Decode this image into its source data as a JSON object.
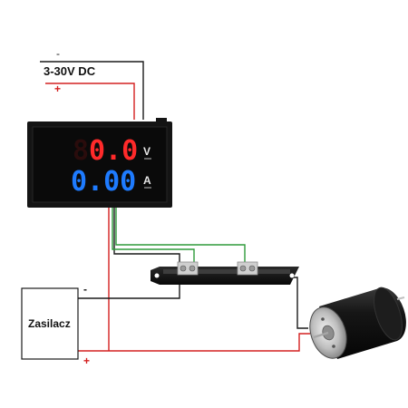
{
  "supply_label": "3-30V DC",
  "supply_minus": "-",
  "supply_plus": "+",
  "meter": {
    "voltage_reading": "0.0",
    "voltage_ghost_digit": "8",
    "voltage_unit": "V",
    "current_reading": "0.00",
    "current_unit": "A"
  },
  "power_supply": {
    "label": "Zasilacz",
    "minus": "-",
    "plus": "+"
  },
  "colors": {
    "wire_red": "#d42020",
    "wire_black": "#1a1a1a",
    "wire_green": "#2e9a3a",
    "voltage_digits": "#ff2a2a",
    "current_digits": "#1e7bff",
    "meter_body": "#141414"
  },
  "icons": {
    "shunt": "shunt-resistor-icon",
    "motor": "dc-motor-icon"
  }
}
